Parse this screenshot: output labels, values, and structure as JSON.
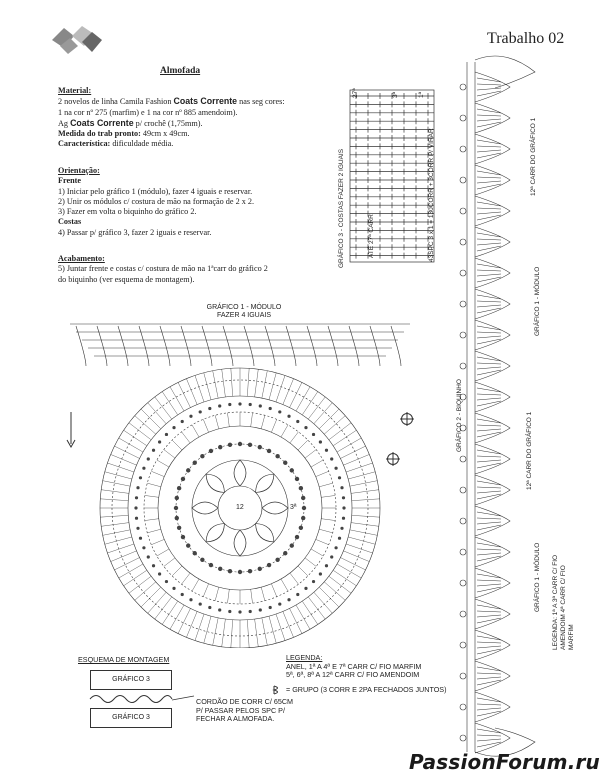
{
  "header": {
    "page_label": "Trabalho 02"
  },
  "doc": {
    "title": "Almofada",
    "material_h": "Material:",
    "material_lines": [
      "2 novelos de linha Camila Fashion",
      "nas seg cores:",
      "1 na cor nº 275 (marfim) e 1 na cor nº 885 amendoim).",
      "Ag",
      "p/ crochê (1,75mm)."
    ],
    "brand": "Coats Corrente",
    "medida_label": "Medida do trab pronto:",
    "medida_value": " 49cm x 49cm.",
    "carac_label": "Característica:",
    "carac_value": " dificuldade média.",
    "orient_h": "Orientação:",
    "frente_h": "Frente",
    "frente_steps": [
      "1) Iniciar pelo gráfico 1 (módulo), fazer 4 iguais e reservar.",
      "2) Unir os módulos c/ costura de mão na formação de 2 x 2.",
      "3) Fazer em volta o biquinho do gráfico 2."
    ],
    "costas_h": "Costas",
    "costas_steps": [
      "4) Passar p/ gráfico 3, fazer 2 iguais e reservar."
    ],
    "acab_h": "Acabamento:",
    "acab_steps": [
      "5) Juntar frente e costas c/ costura de mão na 1ªcarr do gráfico 2",
      "do biquinho (ver esquema de montagem)."
    ]
  },
  "charts": {
    "grafico1_title": "GRÁFICO 1 - MÓDULO",
    "grafico1_sub": "FAZER 4 IGUAIS",
    "center_label": "12",
    "center_label2": "3ª",
    "grafico3_vert": "GRÁFICO 3 - COSTAS FAZER 2 IGUAIS",
    "grafico3_carr": "ATÉ 27ª CARR",
    "grafico3_formula": "43SPC 3 x 1 = 130CORR + 3CORR P/ VIRAR",
    "row_27": "27ª",
    "row_3": "3ª",
    "row_1": "1ª",
    "right_labels": [
      "12ª CARR DO GRÁFICO 1",
      "GRÁFICO 1 - MÓDULO",
      "GRÁFICO 2 - BIQUINHO",
      "12ª CARR DO GRÁFICO 1",
      "GRÁFICO 1 - MÓDULO",
      "LEGENDA: 1ª A 3ª CARR C/ FIO AMENDOIM 4ª CARR C/ FIO MARFIM"
    ]
  },
  "montagem": {
    "title": "ESQUEMA DE MONTAGEM",
    "box_top": "GRÁFICO 3",
    "box_bottom": "GRÁFICO 3",
    "cordao_lines": [
      "CORDÃO DE CORR C/ 65CM",
      "P/ PASSAR PELOS SPC P/",
      "FECHAR A ALMOFADA."
    ]
  },
  "legenda": {
    "title": "LEGENDA:",
    "lines": [
      "ANEL, 1ª A 4ª E 7ª CARR C/ FIO MARFIM",
      "5ª, 6ª, 8ª A 12ª CARR C/ FIO AMENDOIM"
    ],
    "grupo": "= GRUPO (3 CORR E 2PA FECHADOS JUNTOS)"
  },
  "watermark": "PassionForum.ru"
}
